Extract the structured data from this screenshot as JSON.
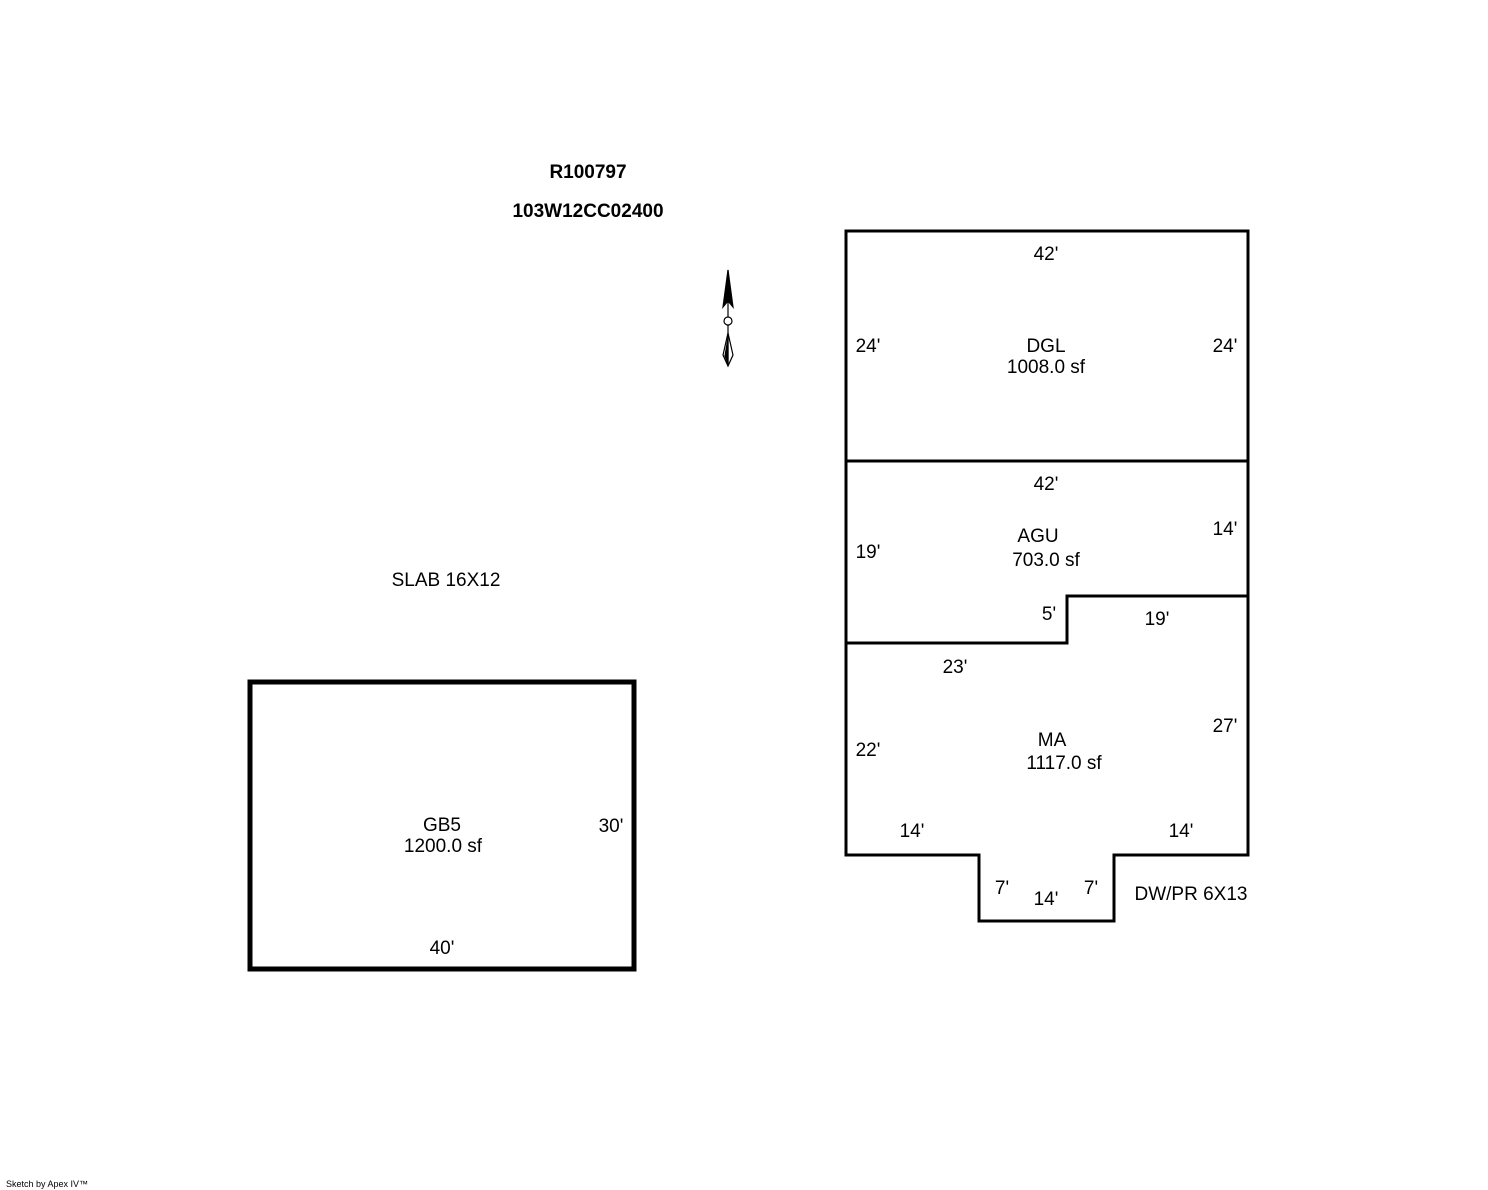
{
  "header": {
    "parcel_id": "R100797",
    "account_id": "103W12CC02400"
  },
  "notes": {
    "slab": "SLAB 16X12",
    "driveway": "DW/PR 6X13"
  },
  "footer": {
    "credit": "Sketch by Apex IV™"
  },
  "compass": {
    "icon": "north-arrow-icon"
  },
  "areas": {
    "dgl": {
      "name": "DGL",
      "area": "1008.0 sf",
      "dims": {
        "top": "42'",
        "left": "24'",
        "right": "24'"
      }
    },
    "agu": {
      "name": "AGU",
      "area": "703.0 sf",
      "dims": {
        "top": "42'",
        "left": "19'",
        "right": "14'",
        "step": "5'",
        "step_top": "19'"
      }
    },
    "ma": {
      "name": "MA",
      "area": "1117.0 sf",
      "dims": {
        "top": "23'",
        "left": "22'",
        "right": "27'",
        "bottom_left": "14'",
        "bottom_right": "14'",
        "bump_left": "7'",
        "bump_right": "7'",
        "bump_bottom": "14'"
      }
    },
    "gb5": {
      "name": "GB5",
      "area": "1200.0 sf",
      "dims": {
        "right": "30'",
        "bottom": "40'"
      }
    }
  }
}
